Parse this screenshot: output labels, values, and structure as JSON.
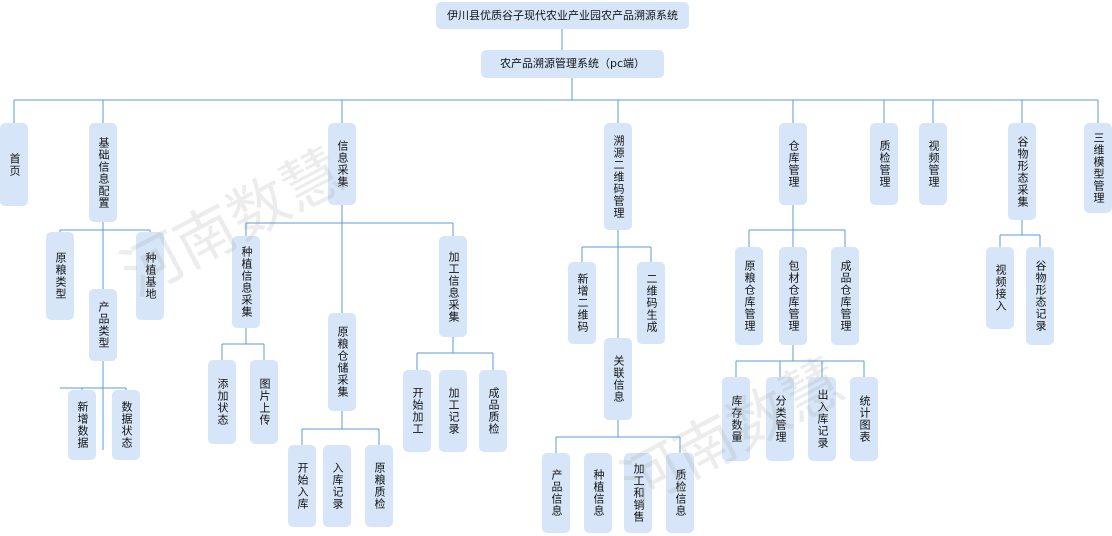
{
  "nodes": [
    {
      "id": "root",
      "text": "伊川县优质谷子现代农业产业园农产品溯源系统"
    },
    {
      "id": "pc",
      "text": "农产品溯源管理系统（pc端）"
    },
    {
      "id": "home",
      "text": "首页"
    },
    {
      "id": "basic",
      "text": "基础信息配置"
    },
    {
      "id": "info",
      "text": "信息采集"
    },
    {
      "id": "trace",
      "text": "溯源二维码管理"
    },
    {
      "id": "warehouse",
      "text": "仓库管理"
    },
    {
      "id": "quality",
      "text": "质检管理"
    },
    {
      "id": "video",
      "text": "视频管理"
    },
    {
      "id": "grain",
      "text": "谷物形态采集"
    },
    {
      "id": "model3d",
      "text": "三维模型管理"
    },
    {
      "id": "raw_type",
      "text": "原粮类型"
    },
    {
      "id": "prod_type",
      "text": "产品类型"
    },
    {
      "id": "plant_base",
      "text": "种植基地"
    },
    {
      "id": "add_data",
      "text": "新增数据"
    },
    {
      "id": "data_status",
      "text": "数据状态"
    },
    {
      "id": "plant_collect",
      "text": "种植信息采集"
    },
    {
      "id": "raw_store",
      "text": "原粮仓储采集"
    },
    {
      "id": "process_collect",
      "text": "加工信息采集"
    },
    {
      "id": "add_status",
      "text": "添加状态"
    },
    {
      "id": "upload_img",
      "text": "图片上传"
    },
    {
      "id": "start_in",
      "text": "开始入库"
    },
    {
      "id": "in_record",
      "text": "入库记录"
    },
    {
      "id": "raw_qc",
      "text": "原粮质检"
    },
    {
      "id": "start_proc",
      "text": "开始加工"
    },
    {
      "id": "proc_record",
      "text": "加工记录"
    },
    {
      "id": "prod_qc",
      "text": "成品质检"
    },
    {
      "id": "new_qr",
      "text": "新增二维码"
    },
    {
      "id": "qr_gen",
      "text": "二维码生成"
    },
    {
      "id": "link_info",
      "text": "关联信息"
    },
    {
      "id": "prod_info",
      "text": "产品信息"
    },
    {
      "id": "plant_info",
      "text": "种植信息"
    },
    {
      "id": "proc_sale",
      "text": "加工和销售"
    },
    {
      "id": "qc_info",
      "text": "质检信息"
    },
    {
      "id": "raw_wh",
      "text": "原粮仓库管理"
    },
    {
      "id": "pack_wh",
      "text": "包材仓库管理"
    },
    {
      "id": "fin_wh",
      "text": "成品仓库管理"
    },
    {
      "id": "stock_qty",
      "text": "库存数量"
    },
    {
      "id": "cat_mgmt",
      "text": "分类管理"
    },
    {
      "id": "io_record",
      "text": "出入库记录"
    },
    {
      "id": "stat_chart",
      "text": "统计图表"
    },
    {
      "id": "video_access",
      "text": "视频接入"
    },
    {
      "id": "grain_record",
      "text": "谷物形态记录"
    }
  ],
  "watermark": {
    "text": "河南数慧"
  },
  "colors": {
    "node_fill": "#d6e6f8",
    "connector": "#5b9bd5",
    "text": "#111111"
  }
}
